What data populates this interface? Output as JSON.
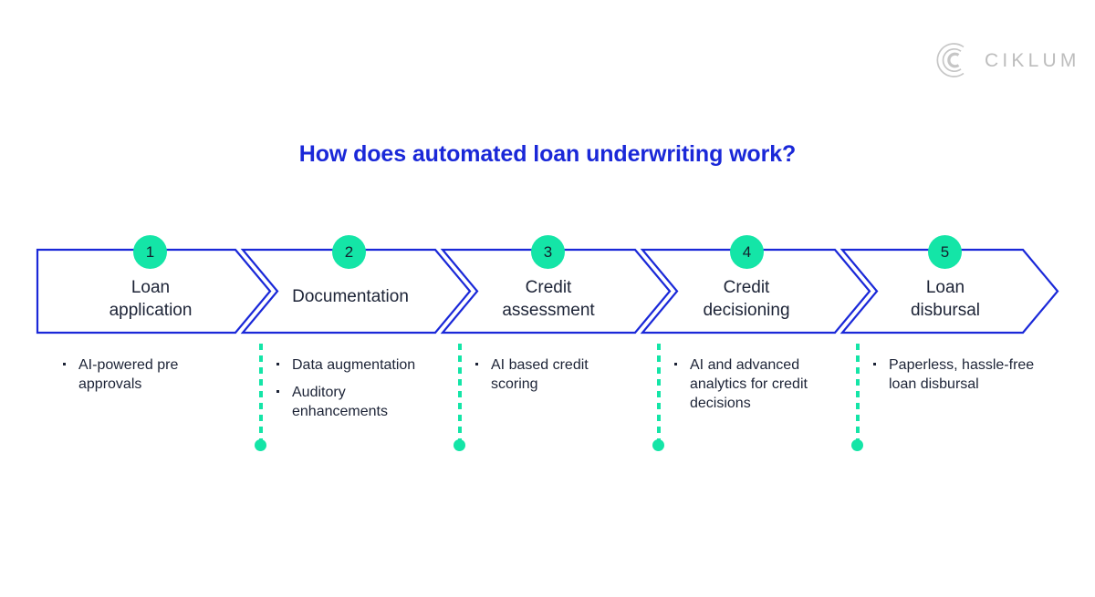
{
  "brand": {
    "name": "CIKLUM",
    "mark_icon": "ciklum-concentric-c-icon",
    "logo_color": "#bdbdbd"
  },
  "title": "How does automated loan underwriting work?",
  "colors": {
    "accent_blue": "#1a28d8",
    "accent_green": "#14e5a7",
    "text_navy": "#1c2336",
    "background": "#ffffff"
  },
  "steps": [
    {
      "number": "1",
      "label_line1": "Loan",
      "label_line2": "application",
      "bullets": [
        "AI-powered pre approvals"
      ]
    },
    {
      "number": "2",
      "label_line1": "Documentation",
      "label_line2": "",
      "bullets": [
        "Data augmentation",
        "Auditory enhancements"
      ]
    },
    {
      "number": "3",
      "label_line1": "Credit",
      "label_line2": "assessment",
      "bullets": [
        "AI based credit scoring"
      ]
    },
    {
      "number": "4",
      "label_line1": "Credit",
      "label_line2": "decisioning",
      "bullets": [
        "AI and advanced analytics for credit decisions"
      ]
    },
    {
      "number": "5",
      "label_line1": "Loan",
      "label_line2": "disbursal",
      "bullets": [
        "Paperless, hassle-free loan disbursal"
      ]
    }
  ]
}
